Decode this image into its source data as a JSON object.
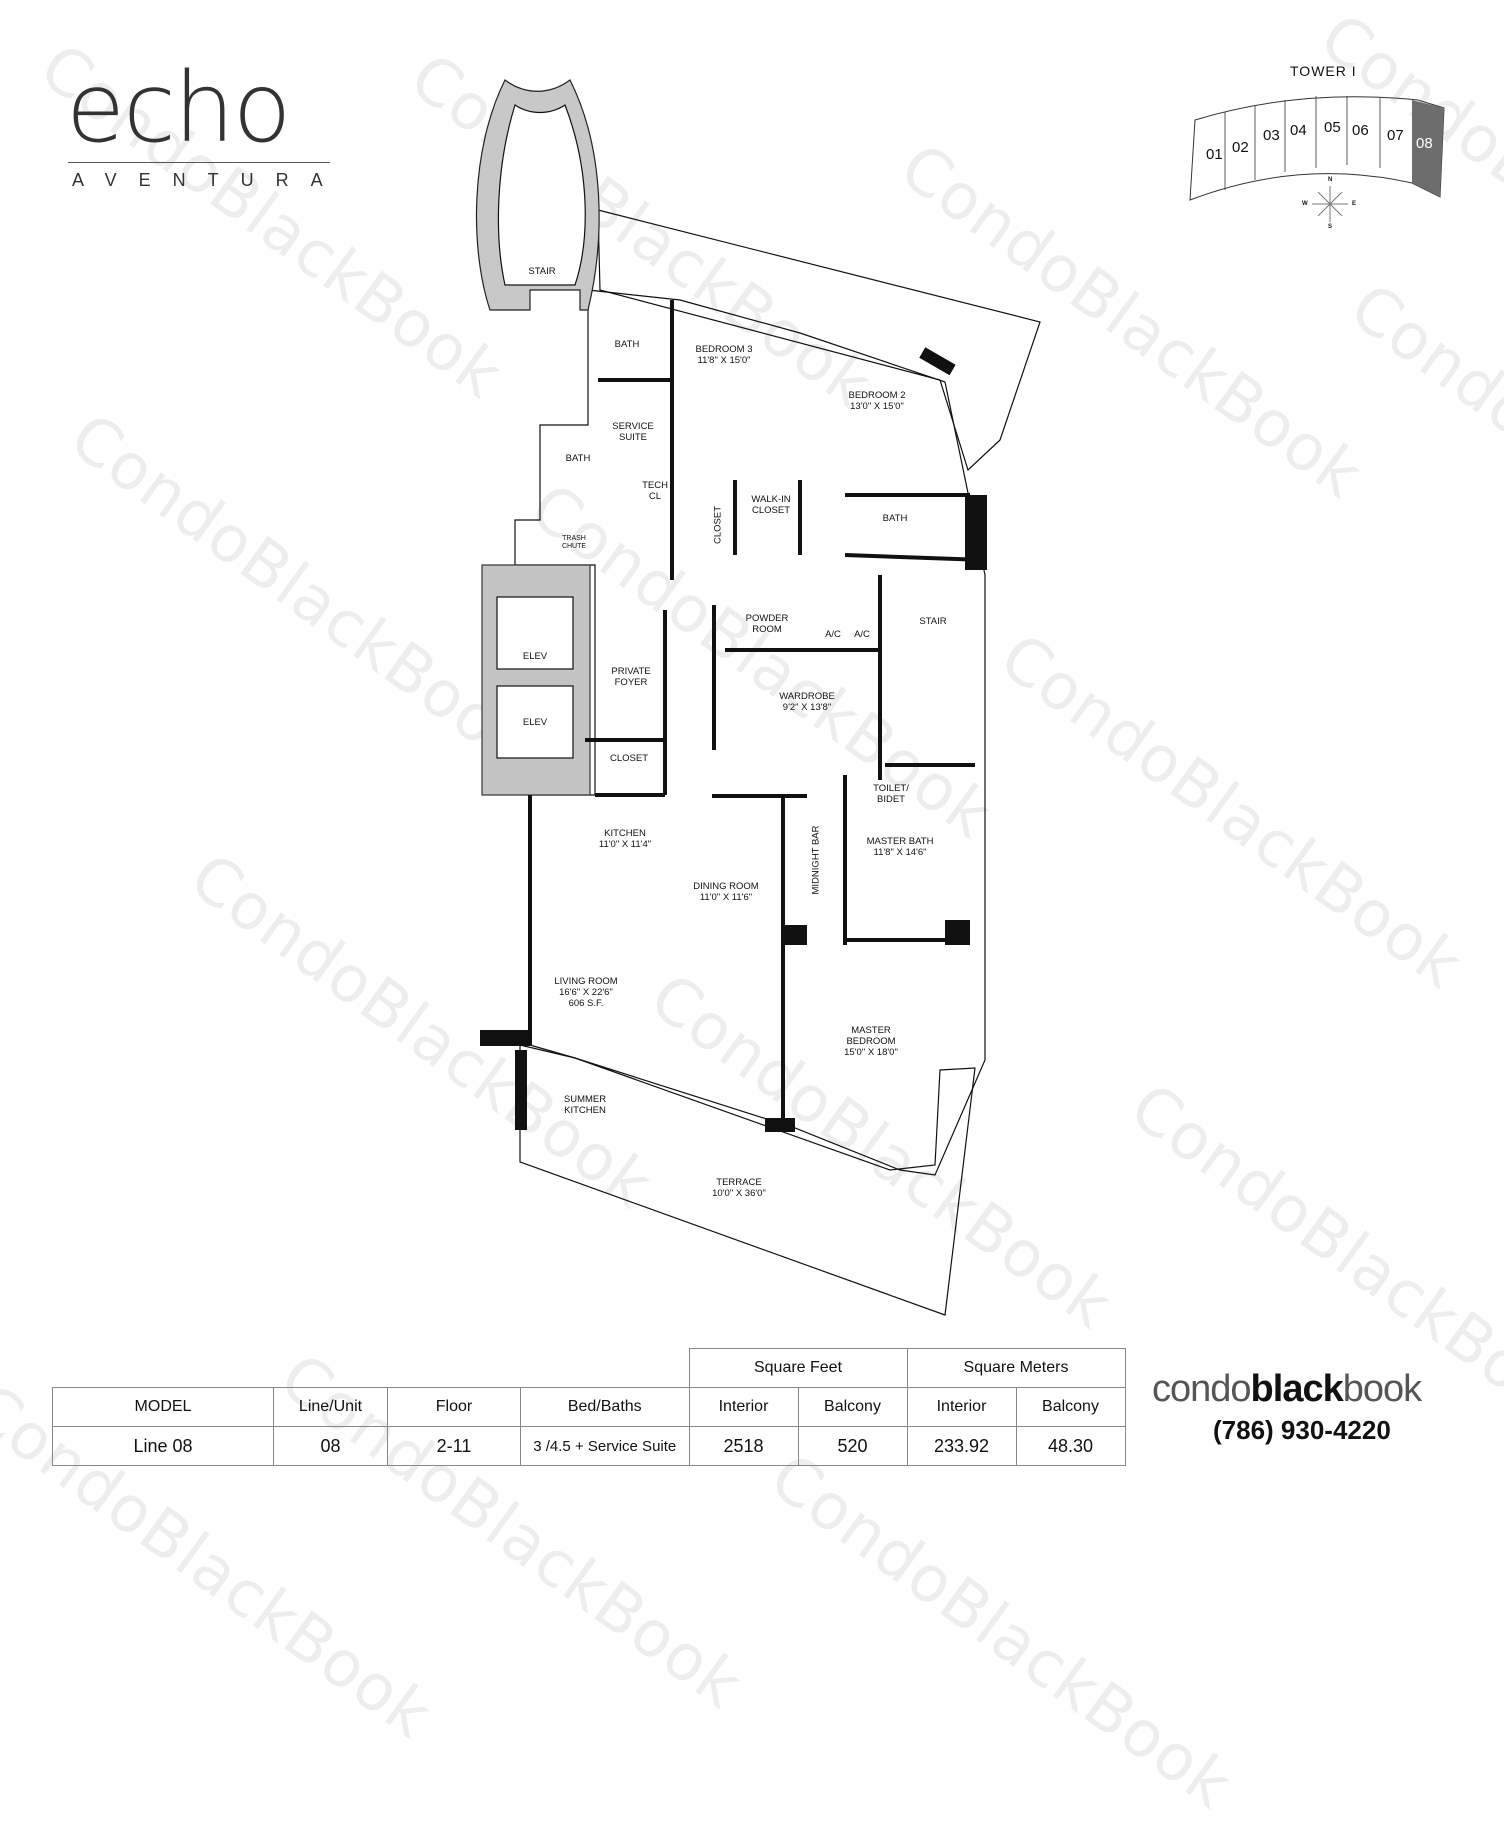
{
  "watermark": "CondoBlackBook",
  "logo": {
    "name": "echo",
    "subtitle": "AVENTURA"
  },
  "key_plan": {
    "title": "TOWER I",
    "units": [
      "01",
      "02",
      "03",
      "04",
      "05",
      "06",
      "07",
      "08"
    ],
    "selected_unit": "08",
    "selected_color": "#6d6d6d",
    "compass": {
      "n": "N",
      "s": "S",
      "e": "E",
      "w": "W"
    }
  },
  "rooms": {
    "stair_top": "STAIR",
    "bath_1": "BATH",
    "bedroom3": {
      "name": "BEDROOM 3",
      "dims": "11'8\" X 15'0\""
    },
    "bedroom2": {
      "name": "BEDROOM 2",
      "dims": "13'0\" X 15'0\""
    },
    "service_suite": {
      "line1": "SERVICE",
      "line2": "SUITE"
    },
    "bath_2": "BATH",
    "tech_cl": {
      "line1": "TECH",
      "line2": "CL"
    },
    "closet_1": "CLOSET",
    "walkin": {
      "line1": "WALK-IN",
      "line2": "CLOSET"
    },
    "bath_3": "BATH",
    "trash": {
      "line1": "TRASH",
      "line2": "CHUTE"
    },
    "elev_1": "ELEV",
    "elev_2": "ELEV",
    "stair_right": "STAIR",
    "powder": {
      "line1": "POWDER",
      "line2": "ROOM"
    },
    "ac_1": "A/C",
    "ac_2": "A/C",
    "foyer": {
      "line1": "PRIVATE",
      "line2": "FOYER"
    },
    "wardrobe": {
      "name": "WARDROBE",
      "dims": "9'2\" X 13'8\""
    },
    "closet_2": "CLOSET",
    "toilet": {
      "line1": "TOILET/",
      "line2": "BIDET"
    },
    "kitchen": {
      "name": "KITCHEN",
      "dims": "11'0\" X 11'4\""
    },
    "master_bath": {
      "name": "MASTER BATH",
      "dims": "11'8\" X 14'6\""
    },
    "midnight_bar": "MIDNIGHT BAR",
    "dining": {
      "name": "DINING ROOM",
      "dims": "11'0\" X 11'6\""
    },
    "living": {
      "name": "LIVING ROOM",
      "dims": "16'6\" X 22'6\"",
      "area": "606 S.F."
    },
    "master_bedroom": {
      "line1": "MASTER",
      "line2": "BEDROOM",
      "dims": "15'0\" X 18'0\""
    },
    "summer_kitchen": {
      "line1": "SUMMER",
      "line2": "KITCHEN"
    },
    "terrace": {
      "name": "TERRACE",
      "dims": "10'0\" X 36'0\""
    }
  },
  "spec_table": {
    "group_headers": [
      "Square Feet",
      "Square Meters"
    ],
    "headers": [
      "MODEL",
      "Line/Unit",
      "Floor",
      "Bed/Baths",
      "Interior",
      "Balcony",
      "Interior",
      "Balcony"
    ],
    "row": [
      "Line 08",
      "08",
      "2-11",
      "3 /4.5 + Service Suite",
      "2518",
      "520",
      "233.92",
      "48.30"
    ]
  },
  "brand": {
    "part1": "condo",
    "part2": "black",
    "part3": "book",
    "phone": "(786) 930-4220"
  }
}
